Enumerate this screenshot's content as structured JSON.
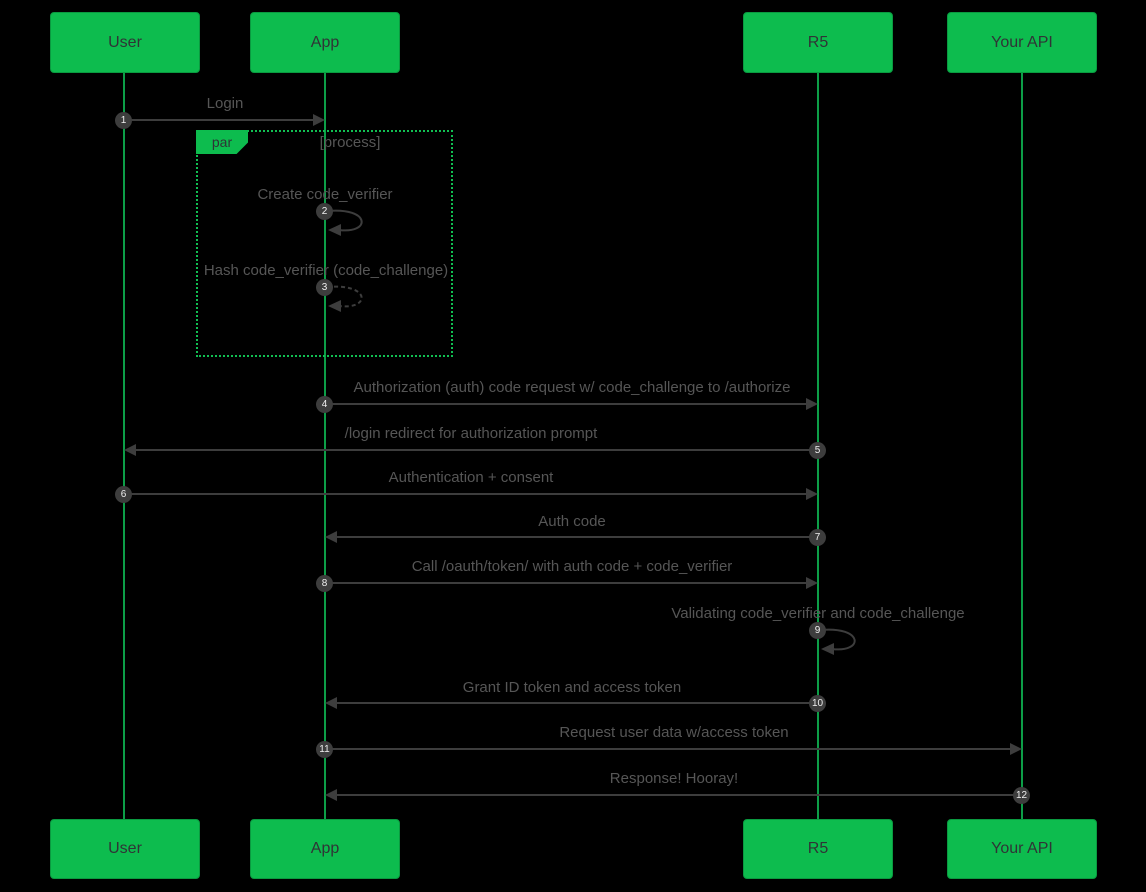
{
  "diagram": {
    "type": "sequence-diagram",
    "background": "#000000",
    "theme": {
      "actor_fill": "#0dbc4e",
      "actor_border": "#0a9a40",
      "actor_text": "#303436",
      "lifeline_color": "#0c9e47",
      "fragment_border": "#10bf52",
      "message_text_color": "#565656",
      "arrow_color": "#3d3d3d",
      "seq_badge_fill": "#3d3d3d",
      "seq_badge_text": "#efefef"
    },
    "actors": [
      {
        "id": "user",
        "label": "User"
      },
      {
        "id": "app",
        "label": "App"
      },
      {
        "id": "r5",
        "label": "R5"
      },
      {
        "id": "your_api",
        "label": "Your API"
      }
    ],
    "fragment": {
      "type_label": "par",
      "guard_label": "[process]"
    },
    "messages": [
      {
        "num": "1",
        "label": "Login",
        "from": "User",
        "to": "App",
        "style": "solid"
      },
      {
        "num": "2",
        "label": "Create code_verifier",
        "from": "App",
        "to": "App",
        "style": "solid-self-loop"
      },
      {
        "num": "3",
        "label": "Hash code_verifier (code_challenge)",
        "from": "App",
        "to": "App",
        "style": "dashed-self-loop"
      },
      {
        "num": "4",
        "label": "Authorization (auth) code request w/ code_challenge to /authorize",
        "from": "App",
        "to": "R5",
        "style": "solid"
      },
      {
        "num": "5",
        "label": "/login redirect for authorization prompt",
        "from": "R5",
        "to": "User",
        "style": "solid"
      },
      {
        "num": "6",
        "label": "Authentication + consent",
        "from": "User",
        "to": "R5",
        "style": "solid"
      },
      {
        "num": "7",
        "label": "Auth code",
        "from": "R5",
        "to": "App",
        "style": "solid"
      },
      {
        "num": "8",
        "label": "Call /oauth/token/ with auth code + code_verifier",
        "from": "App",
        "to": "R5",
        "style": "solid"
      },
      {
        "num": "9",
        "label": "Validating code_verifier and code_challenge",
        "from": "R5",
        "to": "R5",
        "style": "solid-self-loop"
      },
      {
        "num": "10",
        "label": "Grant ID token and access token",
        "from": "R5",
        "to": "App",
        "style": "solid"
      },
      {
        "num": "11",
        "label": "Request user data w/access token",
        "from": "App",
        "to": "Your API",
        "style": "solid"
      },
      {
        "num": "12",
        "label": "Response! Hooray!",
        "from": "Your API",
        "to": "App",
        "style": "solid"
      }
    ]
  }
}
